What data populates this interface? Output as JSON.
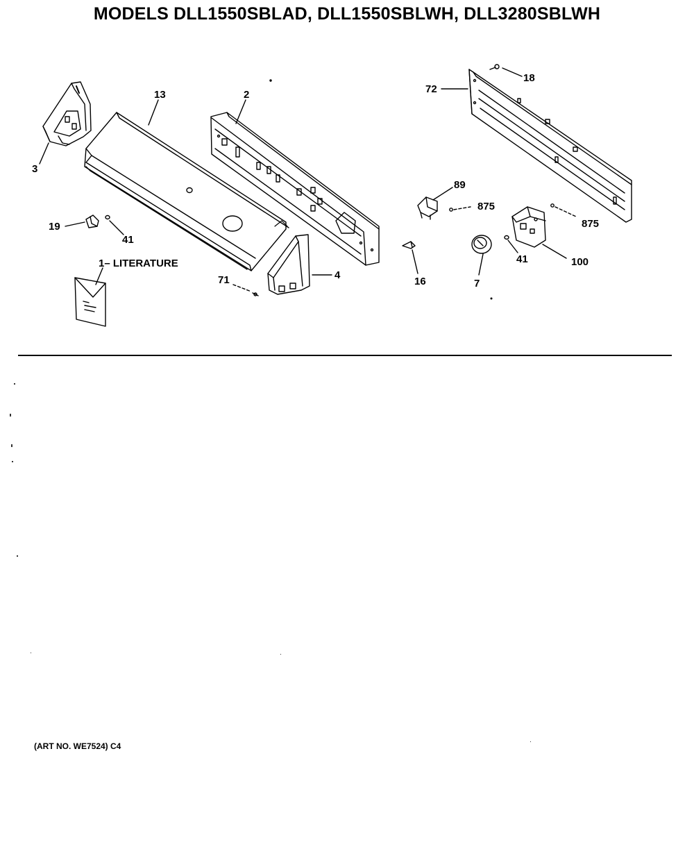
{
  "title": "MODELS DLL1550SBLAD, DLL1550SBLWH, DLL3280SBLWH",
  "callouts": [
    {
      "id": "1",
      "label": "1– LITERATURE"
    },
    {
      "id": "2",
      "label": "2"
    },
    {
      "id": "3",
      "label": "3"
    },
    {
      "id": "4",
      "label": "4"
    },
    {
      "id": "7",
      "label": "7"
    },
    {
      "id": "13",
      "label": "13"
    },
    {
      "id": "16",
      "label": "16"
    },
    {
      "id": "18",
      "label": "18"
    },
    {
      "id": "19",
      "label": "19"
    },
    {
      "id": "41a",
      "label": "41"
    },
    {
      "id": "41b",
      "label": "41"
    },
    {
      "id": "71",
      "label": "71"
    },
    {
      "id": "72",
      "label": "72"
    },
    {
      "id": "89",
      "label": "89"
    },
    {
      "id": "100",
      "label": "100"
    },
    {
      "id": "875a",
      "label": "875"
    },
    {
      "id": "875b",
      "label": "875"
    }
  ],
  "art_number": "(ART NO. WE7524) C4"
}
